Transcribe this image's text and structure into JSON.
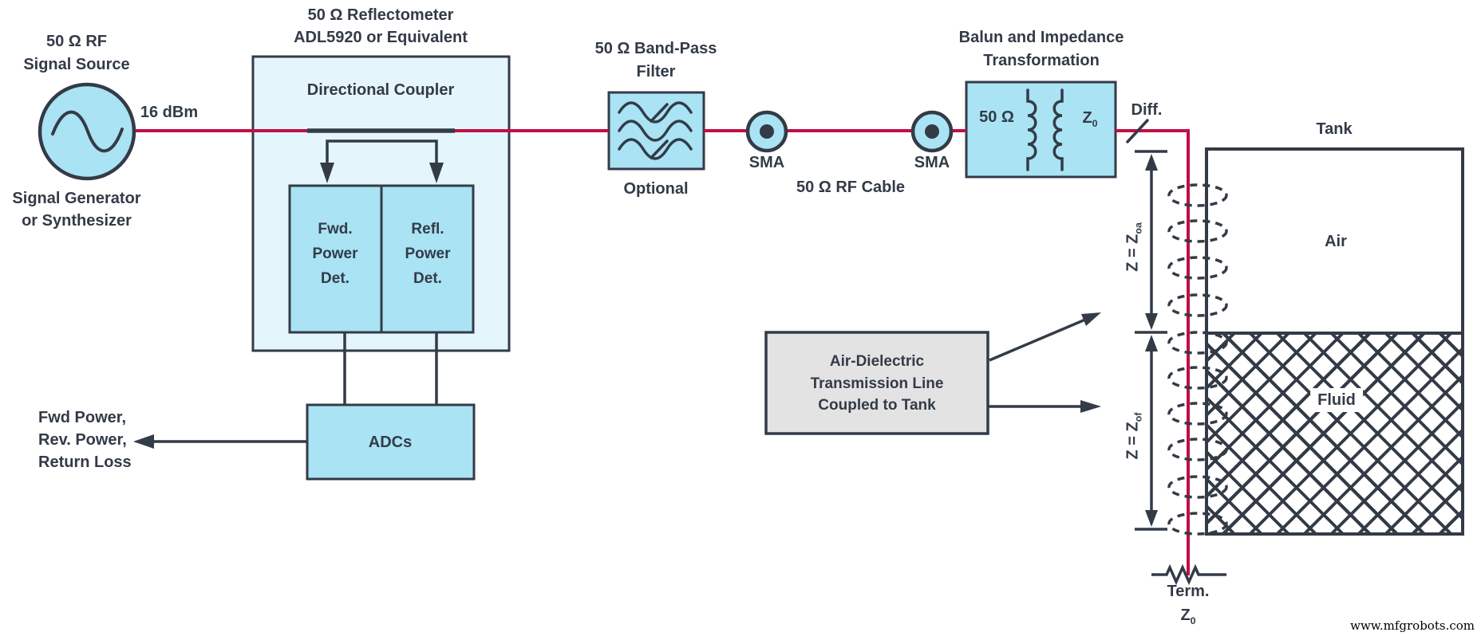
{
  "diagram": {
    "source": {
      "title": "50 Ω RF\nSignal Source",
      "caption": "Signal Generator\nor Synthesizer",
      "power_level": "16 dBm"
    },
    "reflectometer": {
      "title": "50 Ω Reflectometer\nADL5920 or Equivalent",
      "coupler_label": "Directional Coupler",
      "fwd_detector": "Fwd.\nPower\nDet.",
      "refl_detector": "Refl.\nPower\nDet.",
      "adcs_label": "ADCs",
      "outputs": "Fwd Power,\nRev. Power,\nReturn Loss"
    },
    "filter": {
      "title": "50 Ω Band-Pass\nFilter",
      "note": "Optional"
    },
    "connectors": {
      "sma_left": "SMA",
      "sma_right": "SMA",
      "cable": "50 Ω RF Cable"
    },
    "balun": {
      "title": "Balun and Impedance\nTransformation",
      "input_impedance": "50 Ω",
      "output_impedance_main": "Z",
      "output_impedance_sub": "0",
      "diff_label": "Diff."
    },
    "tank": {
      "title": "Tank",
      "air_label": "Air",
      "fluid_label": "Fluid"
    },
    "coupling_note": "Air-Dielectric\nTransmission Line\nCoupled to Tank",
    "impedances": {
      "air_main": "Z = Z",
      "air_sub": "oa",
      "fluid_main": "Z = Z",
      "fluid_sub": "of"
    },
    "termination": {
      "label": "Term.",
      "impedance_main": "Z",
      "impedance_sub": "0"
    },
    "watermark": "www.mfgrobots.com",
    "colors": {
      "accent_line": "#C00F45",
      "stroke": "#333B47",
      "fill_light_blue": "#A9E3F4",
      "fill_pale_blue": "#E5F5FC",
      "fill_gray": "#E3E3E3"
    }
  }
}
